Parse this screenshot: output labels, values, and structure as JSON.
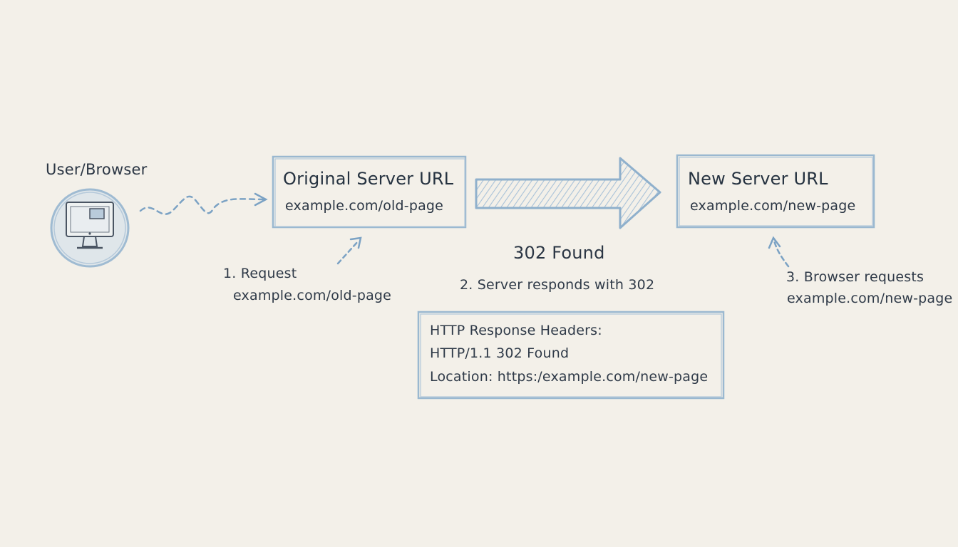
{
  "user": {
    "label": "User/Browser"
  },
  "original": {
    "title": "Original Server URL",
    "url": "example.com/old-page"
  },
  "new_server": {
    "title": "New Server URL",
    "url": "example.com/new-page"
  },
  "status": "302 Found",
  "steps": {
    "step1": {
      "line1": "1. Request",
      "line2": "example.com/old-page"
    },
    "step2": "2. Server responds with 302",
    "step3": {
      "line1": "3. Browser requests",
      "line2": "example.com/new-page"
    }
  },
  "headers": [
    "HTTP Response Headers:",
    "HTTP/1.1 302 Found",
    "Location: https:/example.com/new-page"
  ],
  "colors": {
    "background": "#f3f0e9",
    "stroke": "#8fb0cc",
    "text": "#2e3a47"
  }
}
